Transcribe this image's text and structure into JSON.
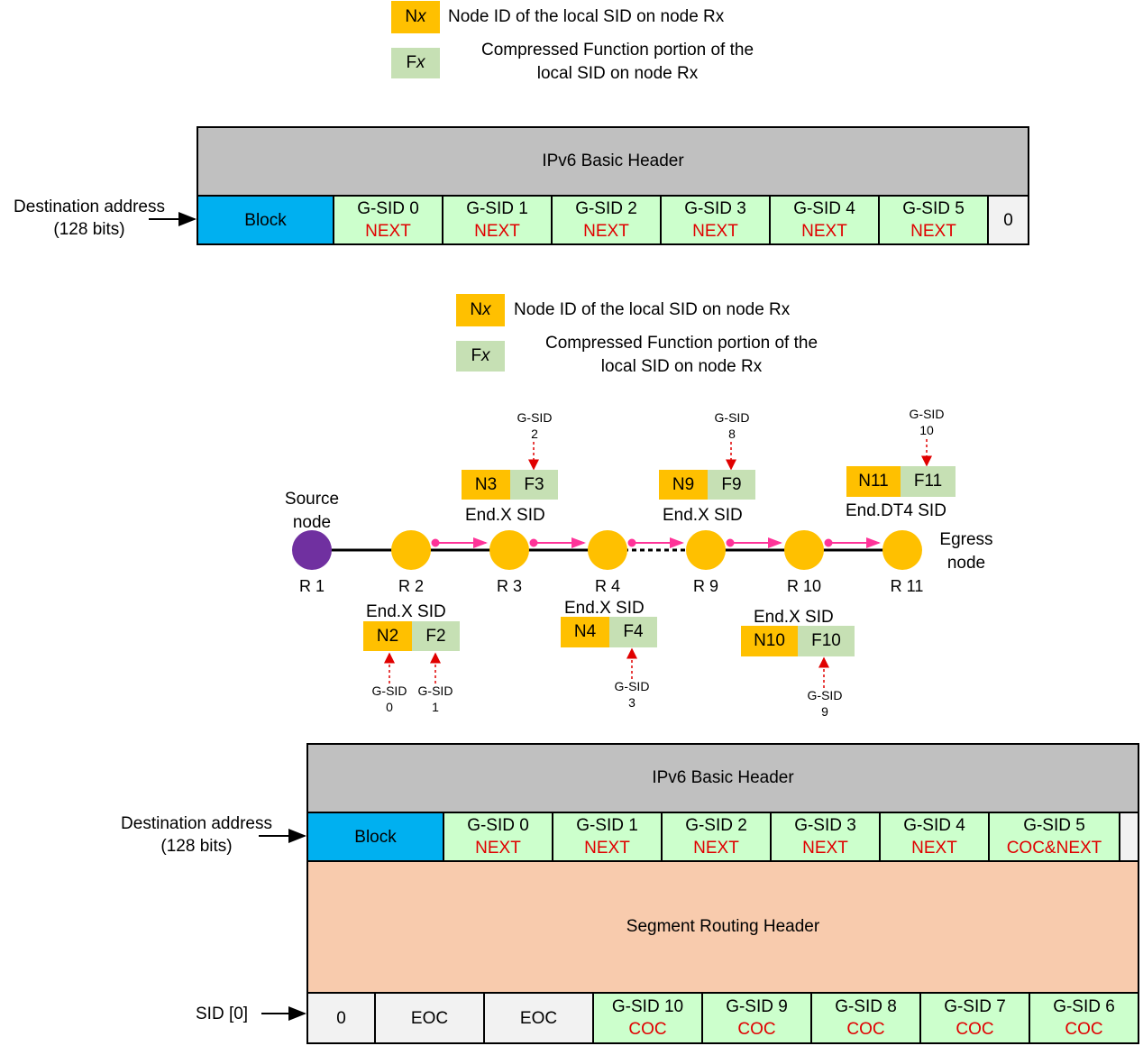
{
  "legend": {
    "node_box": "Nx",
    "node_text": "Node ID of the local SID on node Rx",
    "func_box": "Fx",
    "func_text_line1": "Compressed Function portion of the",
    "func_text_line2": "local SID on node Rx"
  },
  "top_packet": {
    "header": "IPv6 Basic Header",
    "dest_label_line1": "Destination address",
    "dest_label_line2": "(128 bits)",
    "block": "Block",
    "gsids": [
      {
        "name": "G-SID 0",
        "flavor": "NEXT"
      },
      {
        "name": "G-SID 1",
        "flavor": "NEXT"
      },
      {
        "name": "G-SID 2",
        "flavor": "NEXT"
      },
      {
        "name": "G-SID 3",
        "flavor": "NEXT"
      },
      {
        "name": "G-SID 4",
        "flavor": "NEXT"
      },
      {
        "name": "G-SID 5",
        "flavor": "NEXT"
      }
    ],
    "tail": "0"
  },
  "topology": {
    "source_label_line1": "Source",
    "source_label_line2": "node",
    "egress_label_line1": "Egress",
    "egress_label_line2": "node",
    "nodes": [
      "R 1",
      "R 2",
      "R 3",
      "R 4",
      "R 9",
      "R 10",
      "R 11"
    ],
    "sids": {
      "r2": {
        "type": "End.X SID",
        "n": "N2",
        "f": "F2",
        "gsid_n_line1": "G-SID",
        "gsid_n_line2": "0",
        "gsid_f_line1": "G-SID",
        "gsid_f_line2": "1"
      },
      "r3": {
        "type": "End.X SID",
        "n": "N3",
        "f": "F3",
        "gsid_line1": "G-SID",
        "gsid_line2": "2"
      },
      "r4": {
        "type": "End.X SID",
        "n": "N4",
        "f": "F4",
        "gsid_line1": "G-SID",
        "gsid_line2": "3"
      },
      "r9": {
        "type": "End.X SID",
        "n": "N9",
        "f": "F9",
        "gsid_line1": "G-SID",
        "gsid_line2": "8"
      },
      "r10": {
        "type": "End.X SID",
        "n": "N10",
        "f": "F10",
        "gsid_line1": "G-SID",
        "gsid_line2": "9"
      },
      "r11": {
        "type": "End.DT4 SID",
        "n": "N11",
        "f": "F11",
        "gsid_line1": "G-SID",
        "gsid_line2": "10"
      }
    }
  },
  "bottom_packet": {
    "header": "IPv6 Basic Header",
    "dest_label_line1": "Destination address",
    "dest_label_line2": "(128 bits)",
    "block": "Block",
    "gsids": [
      {
        "name": "G-SID 0",
        "flavor": "NEXT"
      },
      {
        "name": "G-SID 1",
        "flavor": "NEXT"
      },
      {
        "name": "G-SID 2",
        "flavor": "NEXT"
      },
      {
        "name": "G-SID 3",
        "flavor": "NEXT"
      },
      {
        "name": "G-SID 4",
        "flavor": "NEXT"
      },
      {
        "name": "G-SID 5",
        "flavor": "COC&NEXT"
      }
    ],
    "srh": "Segment Routing Header",
    "sid0_label": "SID [0]",
    "sid0_row": {
      "zero": "0",
      "eoc1": "EOC",
      "eoc2": "EOC",
      "gsids": [
        {
          "name": "G-SID 10",
          "flavor": "COC"
        },
        {
          "name": "G-SID 9",
          "flavor": "COC"
        },
        {
          "name": "G-SID 8",
          "flavor": "COC"
        },
        {
          "name": "G-SID 7",
          "flavor": "COC"
        },
        {
          "name": "G-SID 6",
          "flavor": "COC"
        }
      ]
    }
  },
  "colors": {
    "node_orange": "#ffc000",
    "func_green": "#c6e0b4",
    "gsid_green": "#ccffcc",
    "block_blue": "#00b0f0",
    "header_gray": "#c0c0c0",
    "srh_peach": "#f8cbad",
    "source_purple": "#7030a0",
    "arrow_pink": "#ff3399",
    "flavor_red": "#e00000"
  }
}
